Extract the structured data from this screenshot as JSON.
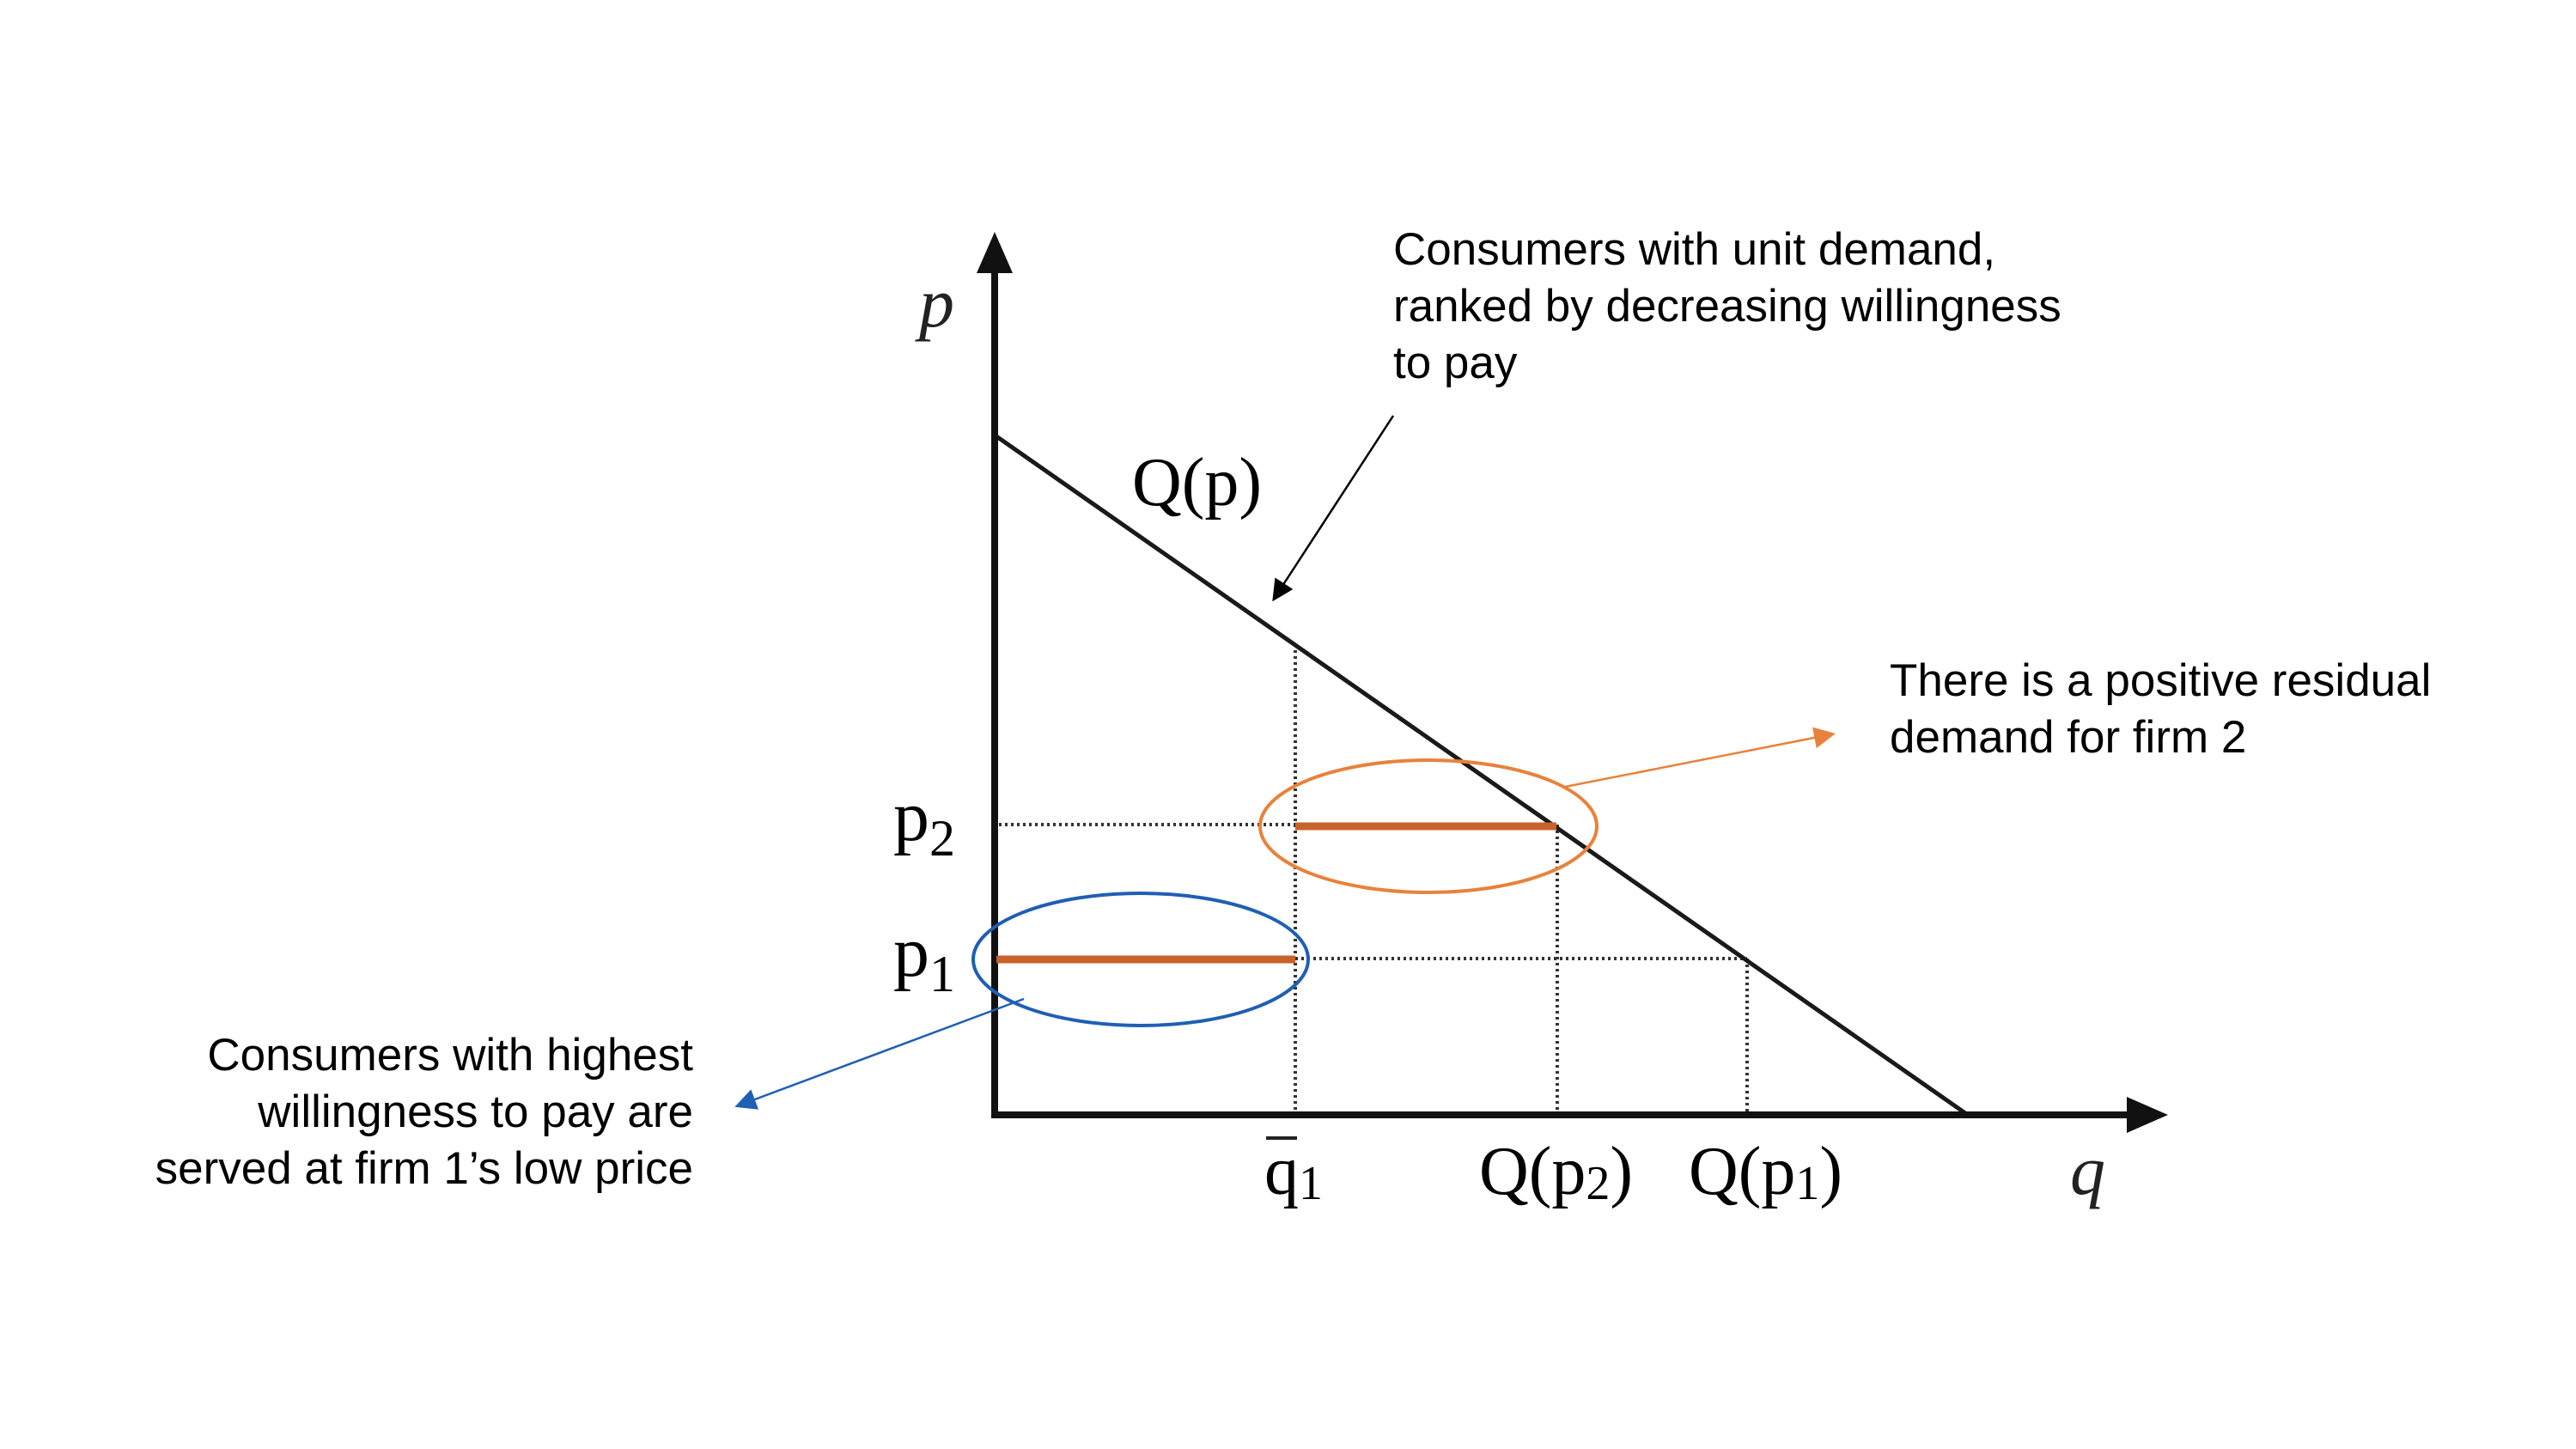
{
  "diagram": {
    "axes": {
      "y_label": "p",
      "x_label": "q"
    },
    "curve_label": {
      "main": "Q(",
      "arg": "p",
      "close": ")"
    },
    "p2_label": {
      "base": "p",
      "sub": "2"
    },
    "p1_label": {
      "base": "p",
      "sub": "1"
    },
    "x_ticks": {
      "q1bar": {
        "base": "q",
        "sub": "1"
      },
      "qp2": {
        "main": "Q(",
        "arg": "p",
        "sub": "2",
        "close": ")"
      },
      "qp1": {
        "main": "Q(",
        "arg": "p",
        "sub": "1",
        "close": ")"
      }
    },
    "colors": {
      "axis": "#111111",
      "curve": "#1a1a1a",
      "segment": "#c8622b",
      "ellipse_orange": "#e8823a",
      "ellipse_blue": "#1f5fb4",
      "arrow_black": "#000000",
      "arrow_orange": "#e8823a",
      "arrow_blue": "#1f5fb4"
    }
  },
  "annotations": {
    "top": {
      "lines": [
        "Consumers with unit demand,",
        "ranked by decreasing willingness",
        "to pay"
      ]
    },
    "right": {
      "lines": [
        "There is a positive residual",
        "demand for firm 2"
      ]
    },
    "left": {
      "lines": [
        "Consumers with highest",
        "willingness to pay are",
        "served at firm 1’s low price"
      ]
    }
  }
}
